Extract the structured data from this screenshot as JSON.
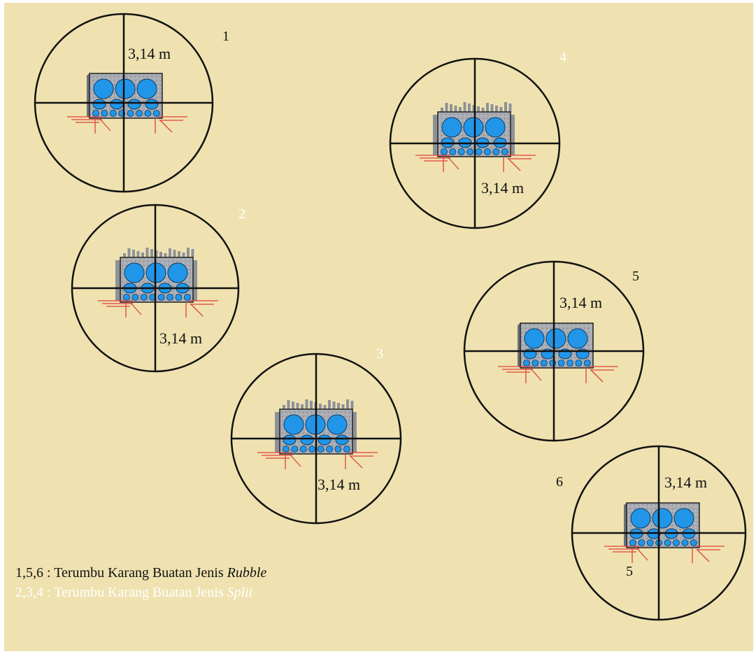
{
  "background_color": "#efe2b0",
  "diagram": {
    "sites": [
      {
        "number": "1",
        "distance_label": "3,14 m",
        "type": "rubble",
        "number_color": "#111111"
      },
      {
        "number": "2",
        "distance_label": "3,14 m",
        "type": "split",
        "number_color": "#ffffff"
      },
      {
        "number": "3",
        "distance_label": "3,14 m",
        "type": "split",
        "number_color": "#ffffff"
      },
      {
        "number": "4",
        "distance_label": "3,14 m",
        "type": "split",
        "number_color": "#ffffff"
      },
      {
        "number": "5",
        "distance_label": "3,14 m",
        "type": "rubble",
        "number_color": "#111111"
      },
      {
        "number": "6",
        "distance_label": "3,14 m",
        "type": "rubble",
        "number_color": "#111111"
      }
    ],
    "extra_label": "5",
    "colors": {
      "block_fill": "#a9adb3",
      "sphere_fill": "#2196e8",
      "anchor_lines": "#e0413b",
      "circle_stroke": "#111111"
    }
  },
  "legend": {
    "rubble": {
      "prefix": "1,5,6 : Terumbu Karang Buatan Jenis ",
      "type": "Rubble",
      "color": "#111111"
    },
    "split": {
      "prefix": "2,3,4 : Terumbu Karang Buatan Jenis ",
      "type": "Split",
      "color": "#ffffff"
    }
  }
}
